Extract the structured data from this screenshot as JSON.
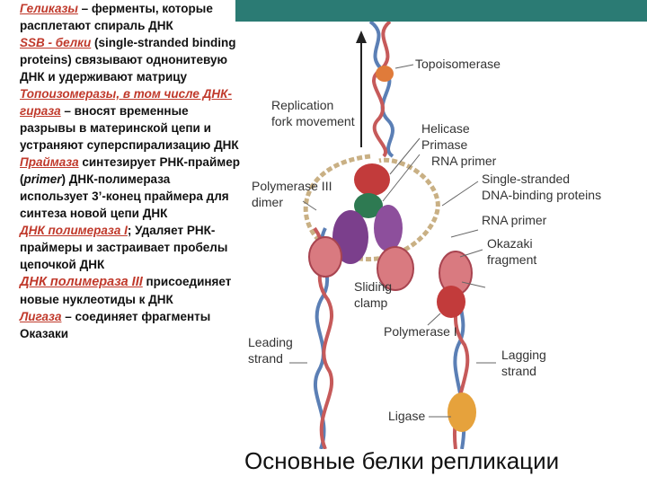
{
  "left_text": {
    "helicase_term": "Геликазы",
    "helicase_desc": " – ферменты, которые расплетают спираль ДНК",
    "ssb_term": "SSB - белки",
    "ssb_desc": " (single-stranded binding proteins) связывают однонитевую ДНК и удерживают матрицу",
    "topo_term": "Топоизомеразы, в том числе ДНК-гираза",
    "topo_desc": " – вносят временные разрывы в материнской цепи и устраняют суперспирализацию ДНК",
    "primase_term": "Праймаза",
    "primase_desc1": " синтезирует РНК-праймер (",
    "primer_word": "primer",
    "primase_desc2": ") ДНК-полимераза использует 3’-конец праймера для синтеза новой цепи ДНК",
    "pol1_term": "ДНК полимераза I",
    "pol1_desc": "; Удаляет РНК-праймеры и застраивает пробелы цепочкой ДНК",
    "pol3_term": "ДНК полимераза III",
    "pol3_desc": " присоединяет новые нуклеотиды к ДНК",
    "ligase_term": "Лигаза",
    "ligase_desc": " – соединяет фрагменты Оказаки"
  },
  "figure": {
    "labels": {
      "topoisomerase": "Topoisomerase",
      "replication": "Replication",
      "fork_movement": "fork movement",
      "helicase": "Helicase",
      "primase": "Primase",
      "rna_primer_top": "RNA primer",
      "polymerase_iii": "Polymerase III",
      "dimer": "dimer",
      "ss_line1": "Single-stranded",
      "ss_line2": "DNA-binding proteins",
      "rna_primer": "RNA primer",
      "okazaki1": "Okazaki",
      "okazaki2": "fragment",
      "sliding1": "Sliding",
      "sliding2": "clamp",
      "polymerase_i": "Polymerase I",
      "leading1": "Leading",
      "leading2": "strand",
      "lagging1": "Lagging",
      "lagging2": "strand",
      "ligase": "Ligase"
    },
    "colors": {
      "band": "#2b7b74",
      "term": "#c0392b",
      "dna_blue": "#5b7fb5",
      "dna_red": "#c65a5a",
      "helicase": "#c23b3b",
      "primase": "#2e7a52",
      "polymerase": "#7b3f8c",
      "clamp": "#d97a80",
      "topoisomerase": "#e07b3a",
      "ligase": "#e6a23c"
    }
  },
  "caption": "Основные белки репликации"
}
